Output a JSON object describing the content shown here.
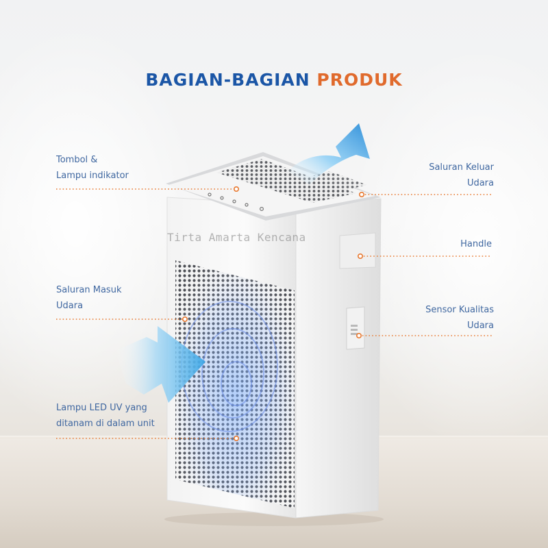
{
  "title": {
    "part1": "BAGIAN-BAGIAN",
    "part2": "PRODUK"
  },
  "labels": {
    "buttons_line1": "Tombol &",
    "buttons_line2": "Lampu indikator",
    "outlet_line1": "Saluran Keluar",
    "outlet_line2": "Udara",
    "handle": "Handle",
    "inlet_line1": "Saluran Masuk",
    "inlet_line2": "Udara",
    "sensor_line1": "Sensor Kualitas",
    "sensor_line2": "Udara",
    "uv_line1": "Lampu LED UV yang",
    "uv_line2": "ditanam di dalam unit"
  },
  "watermark": "Tirta Amarta Kencana",
  "colors": {
    "title_blue": "#1b56a6",
    "title_orange": "#e06a2c",
    "label_text": "#3f67a0",
    "leader_line": "#e8782f",
    "arrow_blue": "#3aa6e6"
  }
}
